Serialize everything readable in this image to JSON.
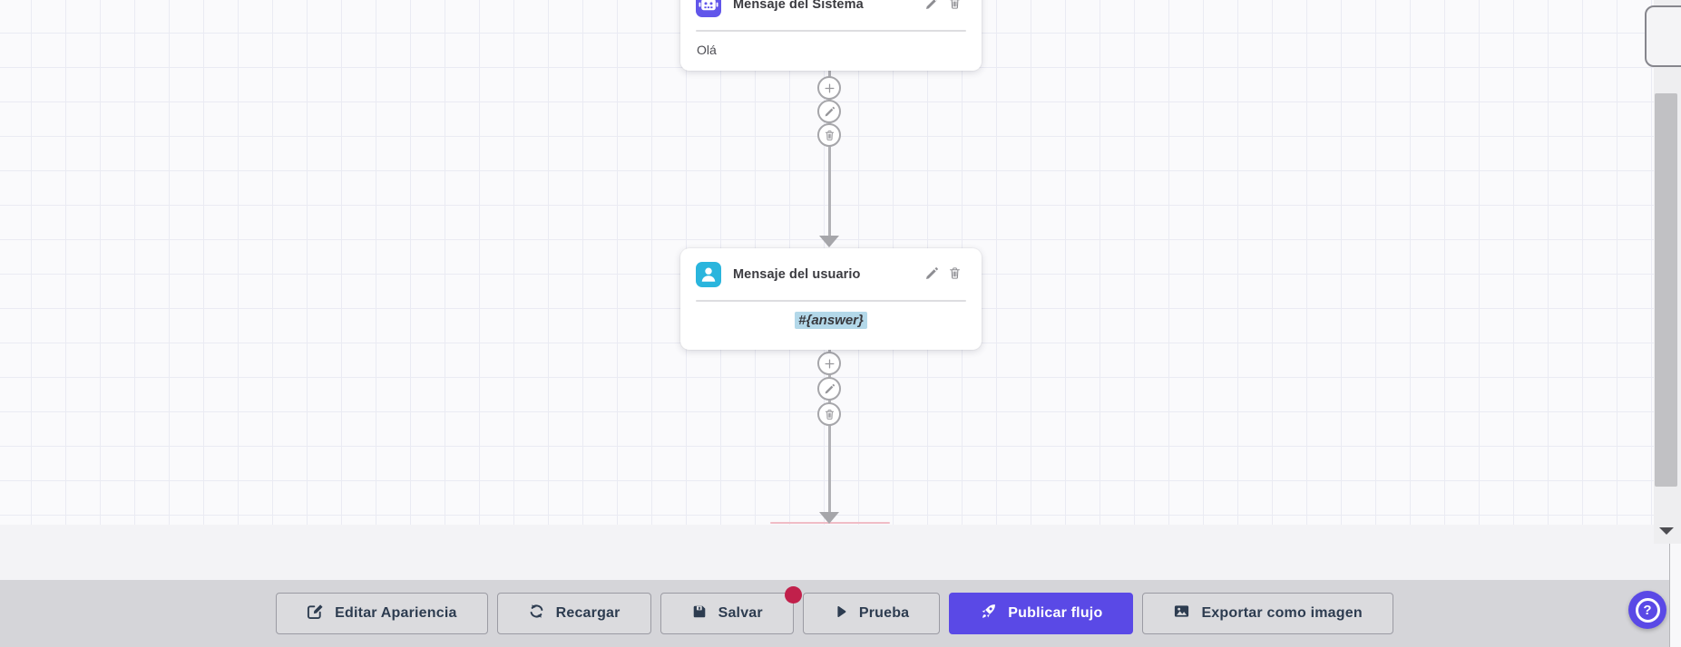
{
  "flow": {
    "nodes": [
      {
        "id": "system-message",
        "icon": "robot-icon",
        "icon_color": "#6156ea",
        "title": "Mensaje del Sistema",
        "body": "Olá"
      },
      {
        "id": "user-message",
        "icon": "user-icon",
        "icon_color": "#2ab5dd",
        "title": "Mensaje del usuario",
        "body": "#{answer}",
        "body_highlight_color": "#b3d8e9"
      }
    ],
    "connector_actions": [
      "add",
      "edit",
      "delete"
    ]
  },
  "toolbar": {
    "buttons": [
      {
        "id": "edit-appearance",
        "icon": "pen-square-icon",
        "label": "Editar Apariencia"
      },
      {
        "id": "reload",
        "icon": "refresh-icon",
        "label": "Recargar"
      },
      {
        "id": "save",
        "icon": "save-icon",
        "label": "Salvar",
        "unsaved_badge": true
      },
      {
        "id": "test",
        "icon": "play-icon",
        "label": "Prueba"
      },
      {
        "id": "publish",
        "icon": "rocket-icon",
        "label": "Publicar flujo",
        "variant": "primary"
      },
      {
        "id": "export-image",
        "icon": "image-icon",
        "label": "Exportar como imagen"
      }
    ]
  },
  "help": {
    "label": "?"
  },
  "colors": {
    "accent": "#5a49e6",
    "badge": "#c1204b",
    "robot_icon_bg": "#6156ea",
    "user_icon_bg": "#2ab5dd",
    "highlight": "#b3d8e9",
    "toolbar_bg": "#d5d5d9",
    "canvas_bg": "#fafafc",
    "grid_line": "#eaebf3"
  }
}
